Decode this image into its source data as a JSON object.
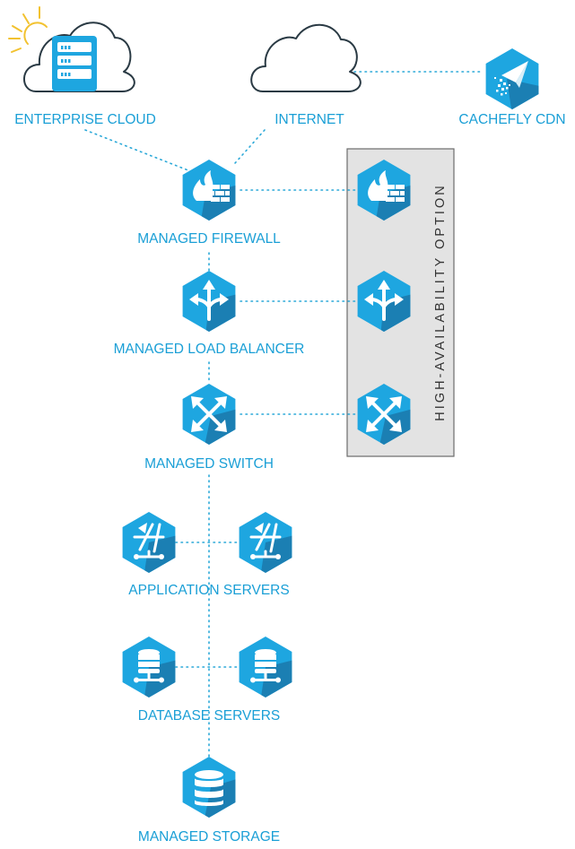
{
  "colors": {
    "accent": "#1a9fd6",
    "hex_fill": "#1ea6e0",
    "hex_shadow": "#1b7fb3",
    "line": "#2aa8d8",
    "sun": "#f2c230",
    "panel_bg": "#e3e3e3",
    "panel_border": "#6c6c6c"
  },
  "labels": {
    "enterprise_cloud": "ENTERPRISE CLOUD",
    "internet": "INTERNET",
    "cdn": "CACHEFLY CDN",
    "firewall": "MANAGED FIREWALL",
    "load_balancer": "MANAGED LOAD BALANCER",
    "switch": "MANAGED SWITCH",
    "app_servers": "APPLICATION SERVERS",
    "db_servers": "DATABASE SERVERS",
    "storage": "MANAGED STORAGE",
    "ha_option": "HIGH-AVAILABILITY OPTION"
  },
  "icons": {
    "enterprise_cloud": "cloud-server-icon",
    "internet": "cloud-icon",
    "cdn": "paper-plane-icon",
    "firewall": "firewall-icon",
    "load_balancer": "split-arrows-icon",
    "switch": "crossed-arrows-icon",
    "app_server": "app-server-icon",
    "db_server": "database-server-icon",
    "storage": "storage-icon"
  }
}
